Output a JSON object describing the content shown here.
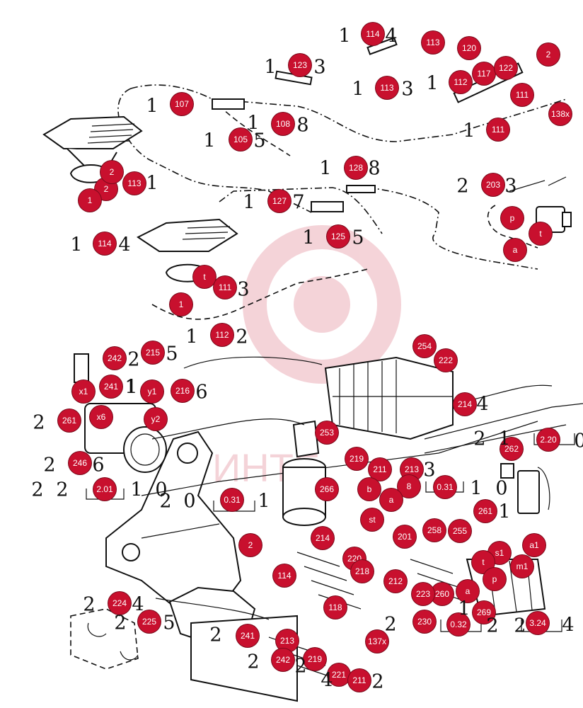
{
  "callouts": [
    "114",
    "113",
    "120",
    "117",
    "122",
    "2",
    "112",
    "111",
    "138x",
    "123",
    "107",
    "108",
    "105",
    "113",
    "111",
    "128",
    "127",
    "125",
    "203",
    "p",
    "t",
    "a",
    "2",
    "113",
    "1",
    "2",
    "114",
    "t",
    "111",
    "1",
    "112",
    "254",
    "222",
    "242",
    "215",
    "x1",
    "241",
    "y1",
    "216",
    "261",
    "x6",
    "y2",
    "214",
    "253",
    "219",
    "211",
    "213",
    "266",
    "b",
    "8",
    "a",
    "262",
    "2.20",
    "246",
    "2.01",
    "0.31",
    "st",
    "0.31",
    "261",
    "201",
    "258",
    "255",
    "a1",
    "s1",
    "t",
    "m1",
    "p",
    "a",
    "260",
    "269",
    "3.24",
    "0.32",
    "230",
    "224",
    "225",
    "2",
    "214",
    "220",
    "218",
    "212",
    "223",
    "114",
    "118",
    "137x",
    "241",
    "213",
    "242",
    "219",
    "221",
    "211"
  ],
  "numbers": [
    "1",
    "4",
    "1",
    "3",
    "1",
    "3",
    "1",
    "1",
    "1",
    "1",
    "5",
    "8",
    "1",
    "1",
    "8",
    "1",
    "7",
    "1",
    "5",
    "2",
    "3",
    "1",
    "4",
    "1",
    "3",
    "1",
    "2",
    "1",
    "4",
    "2",
    "5",
    "1",
    "6",
    "2",
    "2",
    "6",
    "2",
    "2",
    "1",
    "0",
    "2",
    "0",
    "1",
    "1",
    "3",
    "1",
    "0",
    "2",
    "1",
    "2",
    "4",
    "2",
    "5",
    "2",
    "2",
    "4",
    "2",
    "2",
    "2",
    "2",
    "2",
    "1",
    "0",
    "4"
  ],
  "watermark": "ИНТЕ"
}
